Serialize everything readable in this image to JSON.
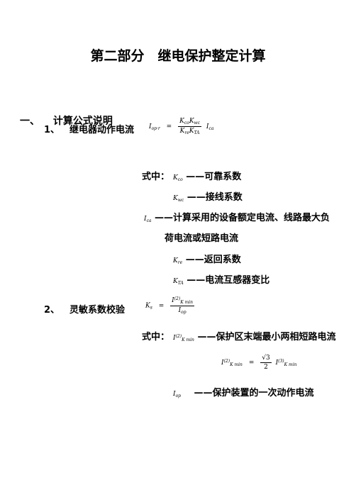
{
  "title": "第二部分　继电保护整定计算",
  "section1": {
    "number": "一、",
    "title": "计算公式说明"
  },
  "item1": {
    "number": "1、",
    "label": "继电器动作电流",
    "formula": {
      "lhs": "I",
      "lhs_sub": "op·r",
      "equals": "=",
      "num": [
        "K",
        "co",
        "K",
        "wc"
      ],
      "den": [
        "K",
        "re",
        "K",
        "TA"
      ],
      "rhs": "I",
      "rhs_sub": "ca"
    },
    "where_label": "式中：",
    "defs": [
      {
        "sym": "K",
        "sub": "co",
        "text": "——可靠系数"
      },
      {
        "sym": "K",
        "sub": "wc",
        "text": "——接线系数"
      },
      {
        "sym": "I",
        "sub": "ca",
        "text": "——计算采用的设备额定电流、线路最大负"
      },
      {
        "sym": "",
        "sub": "",
        "text": "荷电流或短路电流"
      },
      {
        "sym": "K",
        "sub": "re",
        "text": "——返回系数"
      },
      {
        "sym": "K",
        "sub": "TA",
        "text": "——电流互感器变比"
      }
    ]
  },
  "item2": {
    "number": "2、",
    "label": "灵敏系数校验",
    "formula": {
      "lhs": "K",
      "lhs_sub": "s",
      "equals": "=",
      "num": "I",
      "num_sup": "(2)",
      "num_sub": "K min",
      "den": "I",
      "den_sub": "op"
    },
    "where_label": "式中：",
    "def1": {
      "sym": "I",
      "sup": "(2)",
      "sub": "K min",
      "text": "——保护区末端最小两相短路电流"
    },
    "relation": {
      "lhs": "I",
      "lhs_sup": "(2)",
      "lhs_sub": "K min",
      "equals": "=",
      "coef_num": "√3",
      "coef_den": "2",
      "rhs": "I",
      "rhs_sup": "(3)",
      "rhs_sub": "K min"
    },
    "def2": {
      "sym": "I",
      "sub": "op",
      "text": "——保护装置的一次动作电流"
    }
  }
}
